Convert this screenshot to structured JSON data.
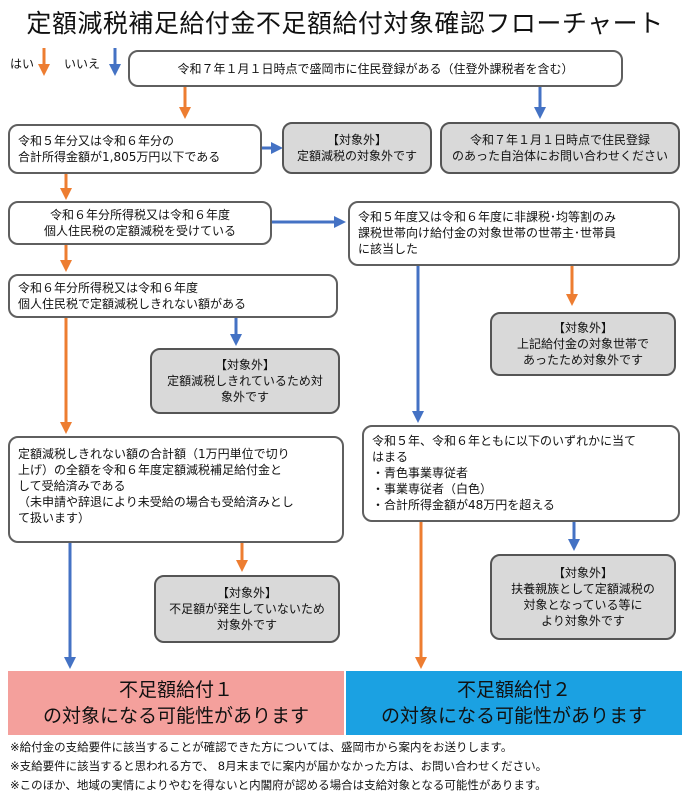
{
  "title": "定額減税補足給付金不足額給付対象確認フローチャート",
  "legend": {
    "yes": "はい",
    "no": "いいえ"
  },
  "colors": {
    "yes": "#ed7d31",
    "no": "#4472c4",
    "result1": "#f4a09c",
    "result2": "#1ba1e2",
    "excluded": "#d9d9d9"
  },
  "boxes": {
    "start": [
      "令和７年１月１日時点で盛岡市に住民登録がある（住登外課税者を含む）"
    ],
    "q_income": [
      "令和５年分又は令和６年分の",
      "合計所得金額が1,805万円以下である"
    ],
    "ex_income": [
      "【対象外】",
      "定額減税の対象外です"
    ],
    "contact_other": [
      "令和７年１月１日時点で住民登録",
      "のあった自治体にお問い合わせください"
    ],
    "q_tax_reduction": [
      "令和６年分所得税又は令和６年度",
      "個人住民税の定額減税を受けている"
    ],
    "q_non_taxable": [
      "令和５年度又は令和６年度に非課税･均等割のみ",
      "課税世帯向け給付金の対象世帯の世帯主･世帯員",
      "に該当した"
    ],
    "q_remaining": [
      "令和６年分所得税又は令和６年度",
      "個人住民税で定額減税しきれない額がある"
    ],
    "ex_household": [
      "【対象外】",
      "上記給付金の対象世帯で",
      "あったため対象外です"
    ],
    "ex_fully_reduced": [
      "【対象外】",
      "定額減税しきれているため対",
      "象外です"
    ],
    "q_received": [
      "定額減税しきれない額の合計額（1万円単位で切り",
      "上げ）の全額を令和６年度定額減税補足給付金と",
      "して受給済みである",
      "（未申請や辞退により未受給の場合も受給済みとし",
      "て扱います）"
    ],
    "q_business": [
      "令和５年、令和６年ともに以下のいずれかに当て",
      "はまる",
      "・青色事業専従者",
      "・事業専従者（白色）",
      "・合計所得金額が48万円を超える"
    ],
    "ex_no_shortfall": [
      "【対象外】",
      "不足額が発生していないため",
      "対象外です"
    ],
    "ex_dependent": [
      "【対象外】",
      "扶養親族として定額減税の",
      "対象となっている等に",
      "より対象外です"
    ]
  },
  "results": {
    "r1": [
      "不足額給付１",
      "の対象になる可能性があります"
    ],
    "r2": [
      "不足額給付２",
      "の対象になる可能性があります"
    ]
  },
  "notes": [
    "※給付金の支給要件に該当することが確認できた方については、盛岡市から案内をお送りします。",
    "※支給要件に該当すると思われる方で、 8月末までに案内が届かなかった方は、お問い合わせください。",
    "※このほか、地域の実情によりやむを得ないと内閣府が認める場合は支給対象となる可能性があります。"
  ]
}
